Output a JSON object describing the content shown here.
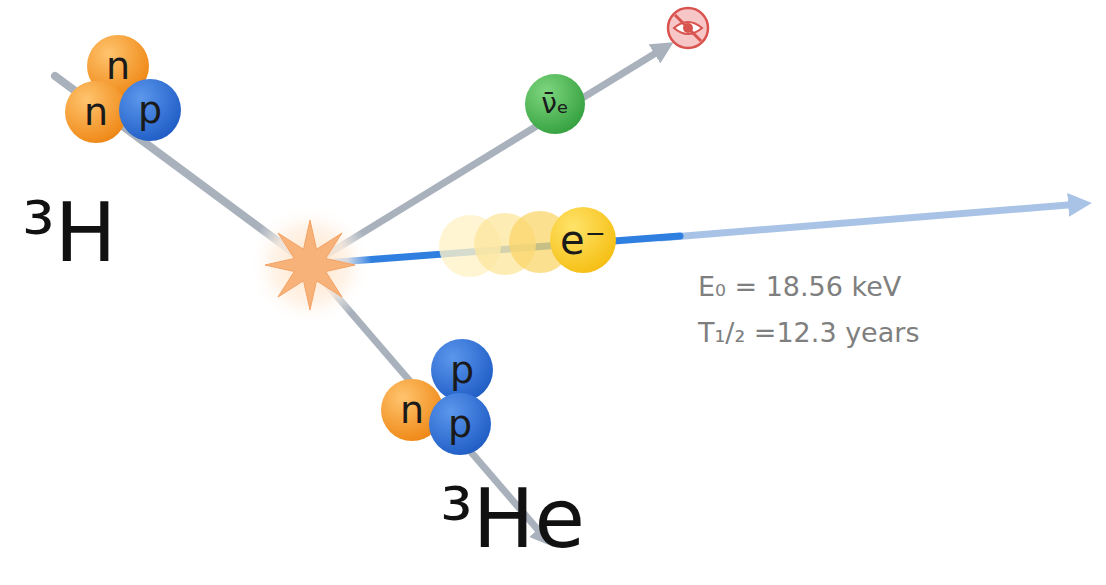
{
  "diagram": {
    "nodes": [
      {
        "text": [
          "n"
        ]
      },
      {
        "text": [
          "n"
        ]
      },
      {
        "text": [
          "p"
        ]
      },
      {
        "text": [
          "ν̄ₑ"
        ]
      },
      {
        "text": [
          "e⁻"
        ]
      },
      {
        "text": [
          "p"
        ]
      },
      {
        "text": [
          "n"
        ]
      },
      {
        "text": [
          "p"
        ]
      }
    ],
    "labels": [
      "³H",
      "³He",
      "E₀ = 18.56 keV",
      "T₁/₂ =12.3 years"
    ]
  }
}
